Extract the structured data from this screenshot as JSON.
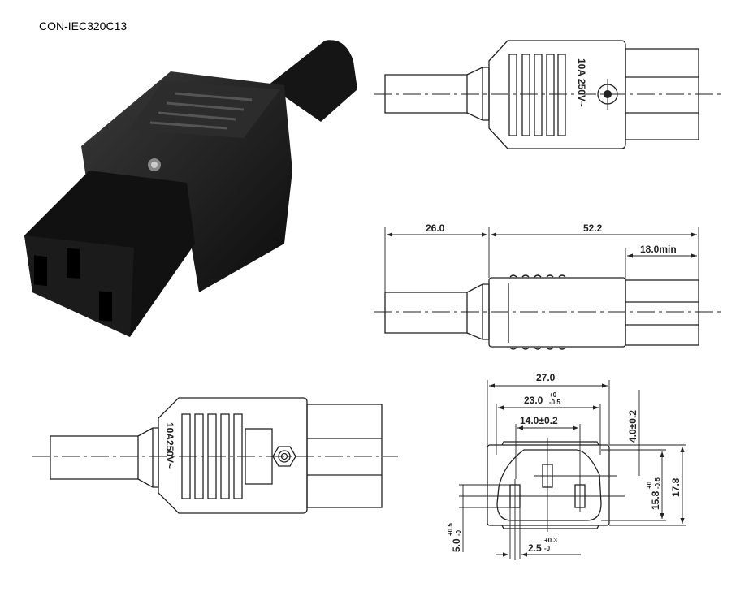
{
  "title": "CON-IEC320C13",
  "top_view": {
    "marking": "10A  250V~"
  },
  "side_view": {
    "dim_cable": "26.0",
    "dim_body": "52.2",
    "dim_pins": "18.0min"
  },
  "bottom_view": {
    "marking": "10A250V~"
  },
  "front_view": {
    "dim_width_outer": "27.0",
    "dim_width_inner": "23.0",
    "dim_width_inner_tol_plus": "+0",
    "dim_width_inner_tol_minus": "-0.5",
    "dim_pin_spacing": "14.0±0.2",
    "dim_top": "4.0±0.2",
    "dim_height_inner": "15.8",
    "dim_height_inner_tol_plus": "+0",
    "dim_height_inner_tol_minus": "-0.5",
    "dim_height_outer": "17.8",
    "dim_pin_width": "2.5",
    "dim_pin_width_tol_plus": "+0.3",
    "dim_pin_width_tol_minus": "-0",
    "dim_pin_height": "5.0",
    "dim_pin_height_tol_plus": "+0.5",
    "dim_pin_height_tol_minus": "-0"
  }
}
